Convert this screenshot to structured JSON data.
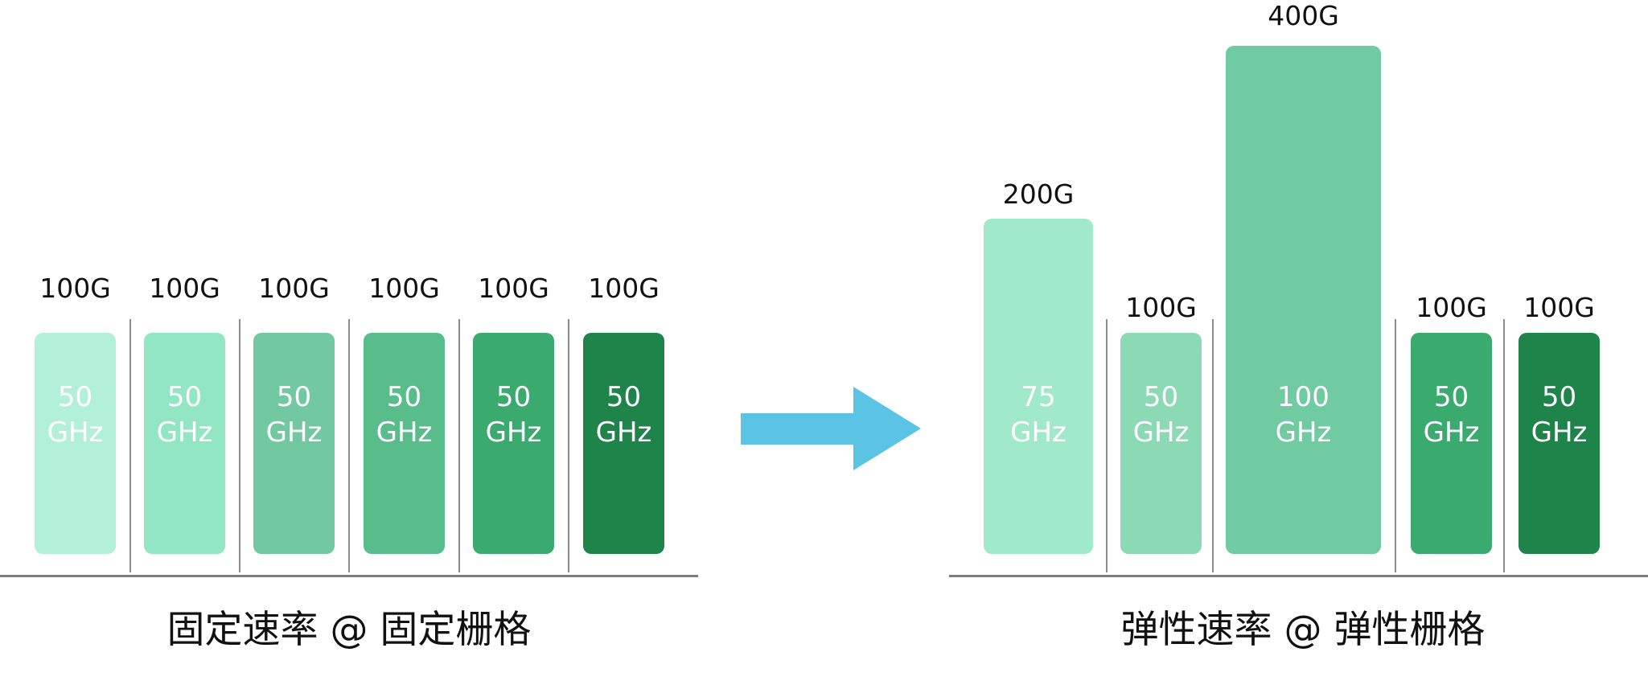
{
  "fixed": {
    "caption": "固定速率 @ 固定栅格",
    "channels": [
      {
        "rate": "100G",
        "width": "50",
        "unit": "GHz",
        "color": "#b3f0da"
      },
      {
        "rate": "100G",
        "width": "50",
        "unit": "GHz",
        "color": "#92e6c4"
      },
      {
        "rate": "100G",
        "width": "50",
        "unit": "GHz",
        "color": "#72c9a1"
      },
      {
        "rate": "100G",
        "width": "50",
        "unit": "GHz",
        "color": "#58bd8b"
      },
      {
        "rate": "100G",
        "width": "50",
        "unit": "GHz",
        "color": "#3aaa6e"
      },
      {
        "rate": "100G",
        "width": "50",
        "unit": "GHz",
        "color": "#1f844a"
      }
    ]
  },
  "arrow": {
    "color": "#5bc3e3"
  },
  "flexible": {
    "caption": "弹性速率 @ 弹性栅格",
    "channels": [
      {
        "rate": "200G",
        "width": "75",
        "unit": "GHz",
        "color": "#a0e9cb"
      },
      {
        "rate": "100G",
        "width": "50",
        "unit": "GHz",
        "color": "#8cd9b5"
      },
      {
        "rate": "400G",
        "width": "100",
        "unit": "GHz",
        "color": "#70cba3"
      },
      {
        "rate": "100G",
        "width": "50",
        "unit": "GHz",
        "color": "#3aaa6e"
      },
      {
        "rate": "100G",
        "width": "50",
        "unit": "GHz",
        "color": "#1f844a"
      }
    ]
  }
}
